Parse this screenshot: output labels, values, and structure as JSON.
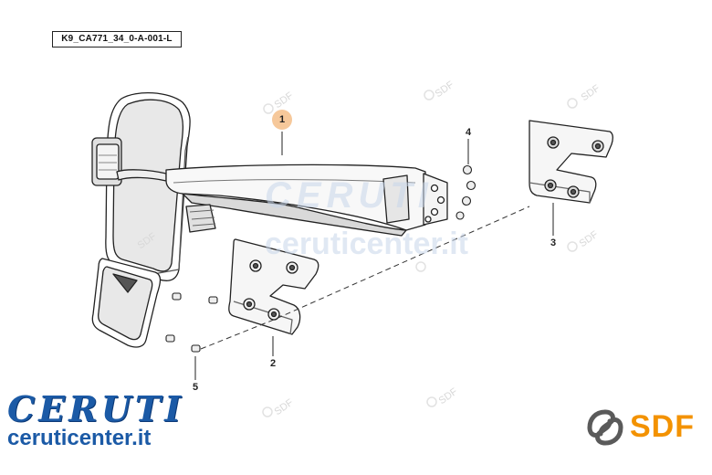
{
  "diagram": {
    "drawing_code": "K9_CA771_34_0-A-001-L",
    "callouts": [
      {
        "id": "1",
        "label": "1",
        "highlighted": true
      },
      {
        "id": "2",
        "label": "2",
        "highlighted": false
      },
      {
        "id": "3",
        "label": "3",
        "highlighted": false
      },
      {
        "id": "4",
        "label": "4",
        "highlighted": false
      },
      {
        "id": "5",
        "label": "5",
        "highlighted": false
      }
    ]
  },
  "branding": {
    "dealer_logo": "CERUTI",
    "dealer_site": "ceruticenter.it",
    "manufacturer_logo": "SDF",
    "watermark_main": "ceruticenter.it",
    "watermark_logo": "CERUTI",
    "watermark_small": "SDF"
  },
  "colors": {
    "dealer_blue": "#1b5aa6",
    "sdf_orange": "#f39200",
    "sdf_gray": "#5a5a5a",
    "callout_highlight": "#f6c89a",
    "line": "#222222"
  },
  "icons": [
    "sdf-swirl-icon"
  ]
}
